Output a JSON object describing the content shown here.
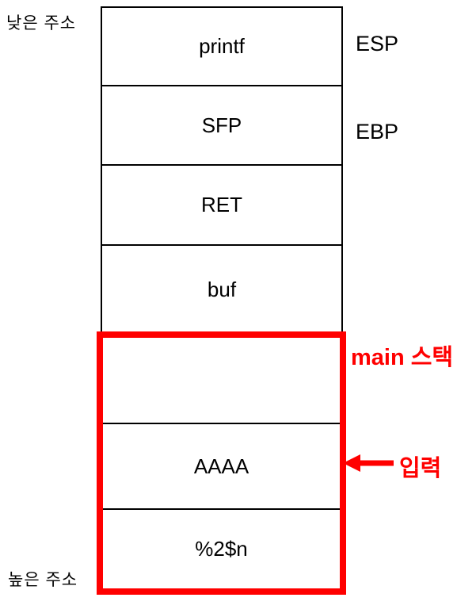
{
  "labels": {
    "low_address": "낮은 주소",
    "high_address": "높은 주소",
    "esp": "ESP",
    "ebp": "EBP",
    "main_stack": "main 스택",
    "input": "입력"
  },
  "stack": {
    "upper_cells": [
      {
        "label": "printf"
      },
      {
        "label": "SFP"
      },
      {
        "label": "RET"
      },
      {
        "label": "buf"
      }
    ],
    "highlighted_cells": [
      {
        "label": ""
      },
      {
        "label": "AAAA"
      },
      {
        "label": "%2$n"
      }
    ]
  },
  "colors": {
    "highlight": "#ff0000",
    "line": "#000000",
    "background": "#ffffff"
  }
}
